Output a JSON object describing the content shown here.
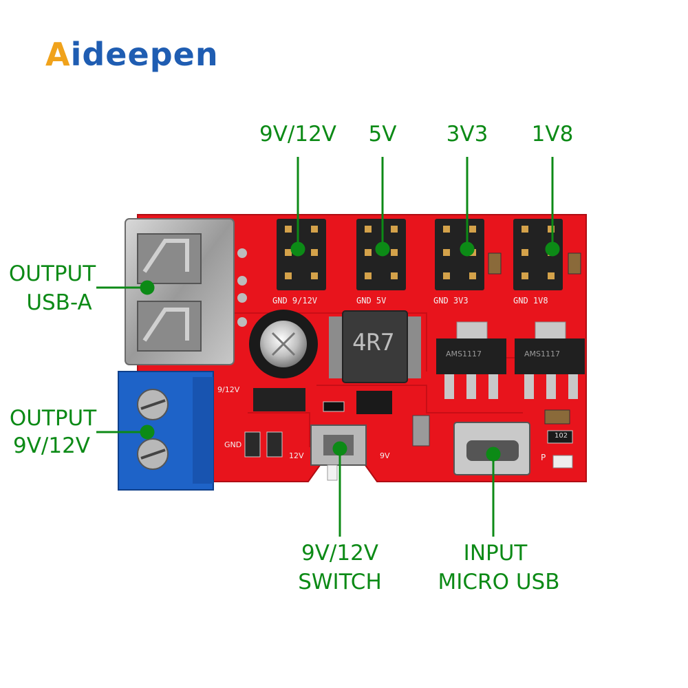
{
  "brand": {
    "logo_first": "A",
    "logo_rest": "ideepen"
  },
  "board": {
    "silkscreen": {
      "p1": "GND  9/12V",
      "p2": "GND   5V",
      "p3": "GND   3V3",
      "p4": "GND   1V8",
      "inductor": "4R7",
      "term_v": "9/12V",
      "term_gnd": "GND",
      "sw_12": "12V",
      "sw_9": "9V",
      "reg1": "AMS1117",
      "reg2": "AMS1117",
      "res": "102",
      "p": "P"
    }
  },
  "labels": {
    "out9_12": "9V/12V",
    "out5": "5V",
    "out3v3": "3V3",
    "out1v8": "1V8",
    "usb_a_1": "OUTPUT",
    "usb_a_2": "USB-A",
    "term_1": "OUTPUT",
    "term_2": "9V/12V",
    "switch_1": "9V/12V",
    "switch_2": "SWITCH",
    "input_1": "INPUT",
    "input_2": "MICRO USB"
  },
  "colors": {
    "pcb": "#e8141c",
    "callout": "#0c8a16",
    "terminal": "#1e63c8"
  }
}
